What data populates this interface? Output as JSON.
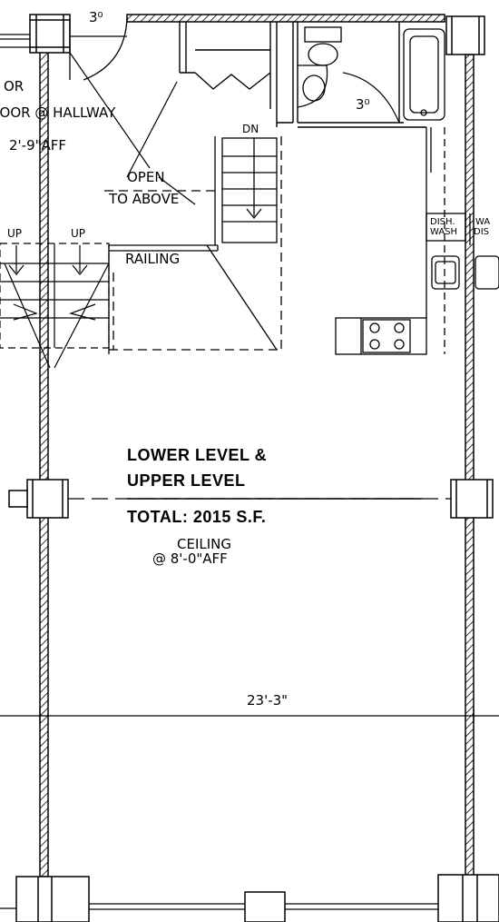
{
  "plan": {
    "labels": {
      "door_width_top": "3⁰",
      "door_hallway_line1": "OR",
      "door_hallway_line2": "DOOR @ HALLWAY",
      "height_aff": "2'-9\"AFF",
      "dn": "DN",
      "open_to_above_line1": "OPEN",
      "open_to_above_line2": "TO ABOVE",
      "up_left": "UP",
      "up_right": "UP",
      "railing": "RAILING",
      "bath_door_width": "3⁰",
      "dishwasher_line1": "DISH.",
      "dishwasher_line2": "WASH",
      "washer_line1": "WA",
      "washer_line2": "DIS",
      "level_title_line1": "LOWER LEVEL &",
      "level_title_line2": "UPPER LEVEL",
      "total": "TOTAL: 2015 S.F.",
      "ceiling_line1": "CEILING",
      "ceiling_line2": "@ 8'-0\"AFF",
      "dimension": "23'-3\""
    }
  }
}
